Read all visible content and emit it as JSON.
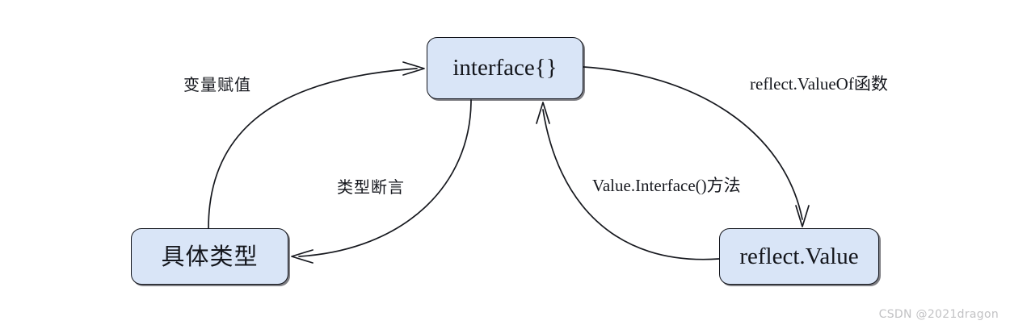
{
  "diagram": {
    "type": "flow-diagram",
    "title": "",
    "background_color": "#ffffff",
    "node_fill_color": "#d9e5f7",
    "node_border_color": "#11131a",
    "edge_color": "#16181e",
    "nodes": [
      {
        "id": "interface",
        "label": "interface{}",
        "script": "latin"
      },
      {
        "id": "concrete",
        "label": "具体类型",
        "script": "cjk"
      },
      {
        "id": "reflect",
        "label": "reflect.Value",
        "script": "latin"
      }
    ],
    "edges": [
      {
        "id": "assign",
        "label": "变量赋值",
        "from": "concrete",
        "to": "interface",
        "script": "cjk"
      },
      {
        "id": "assert",
        "label": "类型断言",
        "from": "interface",
        "to": "concrete",
        "script": "cjk"
      },
      {
        "id": "valueof",
        "label": "reflect.ValueOf函数",
        "from": "interface",
        "to": "reflect",
        "script": "latin"
      },
      {
        "id": "interface_method",
        "label": "Value.Interface()方法",
        "from": "reflect",
        "to": "interface",
        "script": "latin"
      }
    ]
  },
  "watermark": {
    "text": "CSDN @2021dragon",
    "color": "#c2c2c4"
  }
}
